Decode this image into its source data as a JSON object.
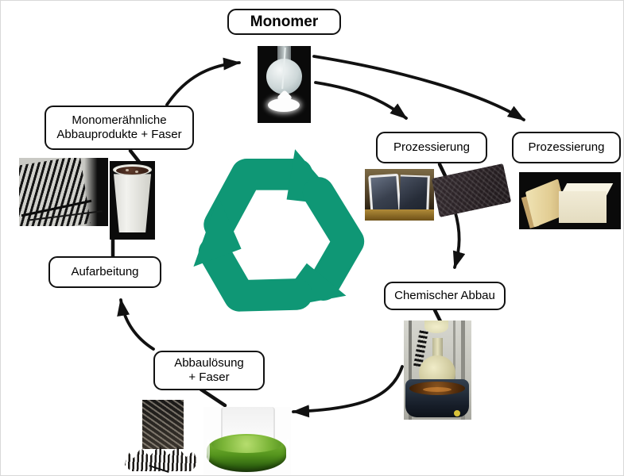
{
  "diagram": {
    "type": "cycle-diagram",
    "labels": {
      "monomer": "Monomer",
      "prozessierung_left": "Prozessierung",
      "prozessierung_right": "Prozessierung",
      "chemischer_abbau": "Chemischer Abbau",
      "abbauloesung_line1": "Abbaulösung",
      "abbauloesung_line2": "+ Faser",
      "aufarbeitung": "Aufarbeitung",
      "monomeraehnliche_line1": "Monomerähnliche",
      "monomeraehnliche_line2": "Abbauprodukte + Faser"
    },
    "center_icon": "recycling-symbol",
    "colors": {
      "recycle_green": "#0F9775",
      "line_black": "#111111",
      "box_border": "#111111",
      "box_fill": "#FFFFFF",
      "background": "#FFFFFF"
    },
    "photos": [
      {
        "name": "monomer-sample-photo",
        "depicts": "glass flask with clear liquid above pile of white powder"
      },
      {
        "name": "carbon-fiber-rods-photo",
        "depicts": "black carbon fiber rods laid diagonally"
      },
      {
        "name": "bucket-solution-photo",
        "depicts": "white cup containing brown degradation products"
      },
      {
        "name": "vacuum-bags-photo",
        "depicts": "two dark vacuum bags in a press"
      },
      {
        "name": "composite-plate-photo",
        "depicts": "tilted black carbon fiber composite plate"
      },
      {
        "name": "foam-blocks-photo",
        "depicts": "two cream foam blocks on black background"
      },
      {
        "name": "lab-reactor-photo",
        "depicts": "round-bottom flask in heated oil bath"
      },
      {
        "name": "frayed-fabric-photo",
        "depicts": "carbon fiber fabric with frayed fibers"
      },
      {
        "name": "green-solution-photo",
        "depicts": "crystallizing dish with green degradation solution"
      }
    ]
  }
}
